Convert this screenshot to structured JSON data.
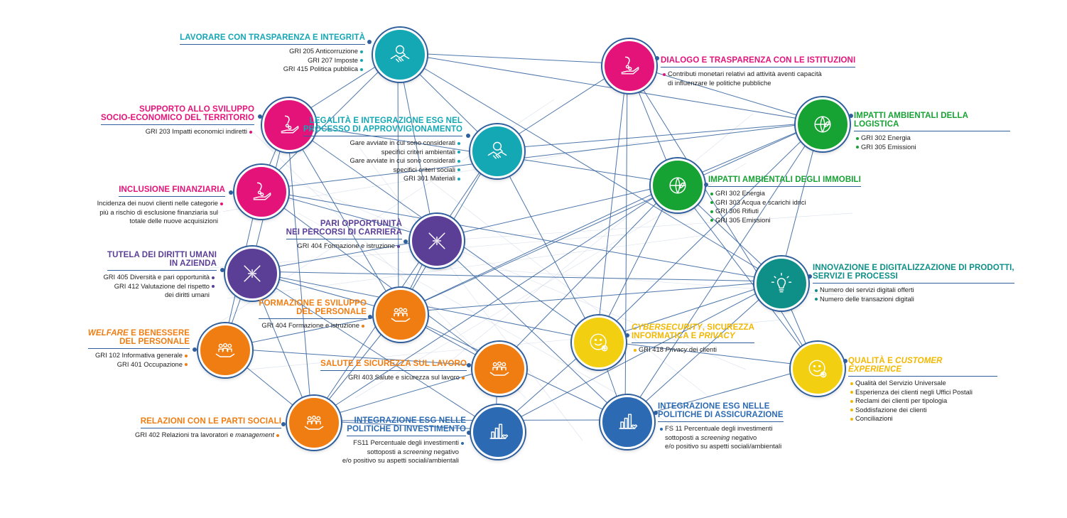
{
  "colors": {
    "teal": "#14a7b4",
    "magenta": "#e4137a",
    "purple": "#5b3f97",
    "orange": "#f07d12",
    "blue": "#2c6bb3",
    "green": "#17a234",
    "darkteal": "#0e9088",
    "yellow": "#f2cf10",
    "line": "#2f5f9c"
  },
  "nodes": {
    "lavorare": {
      "title": "LAVORARE CON TRASPARENZA E INTEGRITÀ",
      "items": [
        "GRI 205 Anticorruzione",
        "GRI 207 Imposte",
        "GRI 415 Politica pubblica"
      ]
    },
    "supporto": {
      "title_line1": "SUPPORTO ALLO SVILUPPO",
      "title_line2": "SOCIO-ECONOMICO DEL TERRITORIO",
      "items": [
        "GRI 203 Impatti economici indiretti"
      ]
    },
    "legalita": {
      "title_line1": "LEGALITÀ E INTEGRAZIONE ESG NEL",
      "title_line2": "PROCESSO DI APPROVVIGIONAMENTO",
      "items": [
        "Gare avviate in cui sono considerati",
        "specifici criteri ambientali",
        "Gare avviate in cui sono considerati",
        "specifici criteri sociali",
        "GRI 301 Materiali"
      ]
    },
    "inclusione": {
      "title": "INCLUSIONE FINANZIARIA",
      "items": [
        "Incidenza dei nuovi clienti nelle categorie",
        "più a rischio di esclusione finanziaria sul",
        "totale delle nuove acquisizioni"
      ]
    },
    "pari": {
      "title_line1": "PARI OPPORTUNITÀ",
      "title_line2": "NEI PERCORSI DI CARRIERA",
      "items": [
        "GRI 404 Formazione e istruzione"
      ]
    },
    "tutela": {
      "title_line1": "TUTELA DEI DIRITTI UMANI",
      "title_line2": "IN AZIENDA",
      "items": [
        "GRI 405 Diversità e pari opportunità",
        "GRI 412 Valutazione del rispetto",
        "dei diritti umani"
      ]
    },
    "formazione": {
      "title_line1": "FORMAZIONE E SVILUPPO",
      "title_line2": "DEL PERSONALE",
      "items": [
        "GRI 404 Formazione e istruzione"
      ]
    },
    "welfare": {
      "title_italic": "WELFARE",
      "title_rest": " E BENESSERE",
      "title_line2": "DEL PERSONALE",
      "items": [
        "GRI 102 Informativa generale",
        "GRI 401 Occupazione"
      ]
    },
    "salute": {
      "title": "SALUTE E SICUREZZA SUL LAVORO",
      "items": [
        "GRI 403 Salute e sicurezza sul lavoro"
      ]
    },
    "relazioni": {
      "title": "RELAZIONI CON LE PARTI SOCIALI",
      "item_prefix": "GRI 402 Relazioni tra lavoratori e ",
      "item_italic": "management"
    },
    "esg_inv": {
      "title_line1": "INTEGRAZIONE ESG NELLE",
      "title_line2": "POLITICHE DI INVESTIMENTO",
      "item_line1": "FS11 Percentuale degli investimenti",
      "item_line2_prefix": "sottoposti a ",
      "item_line2_italic": "screening",
      "item_line2_suffix": " negativo",
      "item_line3": "e/o positivo su aspetti sociali/ambientali"
    },
    "dialogo": {
      "title": "DIALOGO E TRASPARENZA CON LE ISTITUZIONI",
      "items": [
        "Contributi monetari relativi ad attività aventi capacità",
        "di influenzare le politiche pubbliche"
      ]
    },
    "logistica": {
      "title": "IMPATTI AMBIENTALI DELLA LOGISTICA",
      "items": [
        "GRI 302 Energia",
        "GRI 305 Emissioni"
      ]
    },
    "immobili": {
      "title": "IMPATTI AMBIENTALI DEGLI IMMOBILI",
      "items": [
        "GRI 302 Energia",
        "GRI 303 Acqua e scarichi idrici",
        "GRI 306 Rifiuti",
        "GRI 305 Emissioni"
      ]
    },
    "innovazione": {
      "title_line1": "INNOVAZIONE E DIGITALIZZAZIONE DI PRODOTTI,",
      "title_line2": "SERVIZI E PROCESSI",
      "items": [
        "Numero dei servizi digitali offerti",
        "Numero delle transazioni digitali"
      ]
    },
    "cyber": {
      "title_italic1": "CYBERSECURITY",
      "title_rest1": ", SICUREZZA",
      "title_line2_prefix": "INFORMATICA E ",
      "title_line2_italic": "PRIVACY",
      "item_prefix": "GRI 418 ",
      "item_italic": "Privacy",
      "item_suffix": " dei clienti"
    },
    "qualita": {
      "title_prefix": "QUALITÀ E ",
      "title_italic": "CUSTOMER EXPERIENCE",
      "items": [
        "Qualità del Servizio Universale",
        "Esperienza dei clienti negli Uffici Postali",
        "Reclami dei clienti per tipologia",
        "Soddisfazione dei clienti",
        "Conciliazioni"
      ]
    },
    "esg_ass": {
      "title_line1": "INTEGRAZIONE ESG NELLE",
      "title_line2": "POLITICHE DI ASSICURAZIONE",
      "item_line1": "FS 11 Percentuale degli investimenti",
      "item_line2_prefix": "sottoposti a ",
      "item_line2_italic": "screening",
      "item_line2_suffix": " negativo",
      "item_line3": "e/o positivo su aspetti sociali/ambientali"
    }
  },
  "icons": {
    "lavorare": "handshake-search-icon",
    "supporto": "hand-coins-icon",
    "legalita": "handshake-search-icon",
    "inclusione": "hand-coins-icon",
    "pari": "joined-hands-icon",
    "tutela": "joined-hands-icon",
    "formazione": "people-hand-icon",
    "welfare": "people-hand-icon",
    "salute": "people-hand-icon",
    "relazioni": "people-hand-icon",
    "esg_inv": "chart-heart-icon",
    "dialogo": "hand-coins-icon",
    "logistica": "globe-leaf-icon",
    "immobili": "globe-leaf-icon",
    "innovazione": "lightbulb-icon",
    "cyber": "smiley-plus-icon",
    "qualita": "smiley-plus-icon",
    "esg_ass": "chart-heart-icon"
  }
}
